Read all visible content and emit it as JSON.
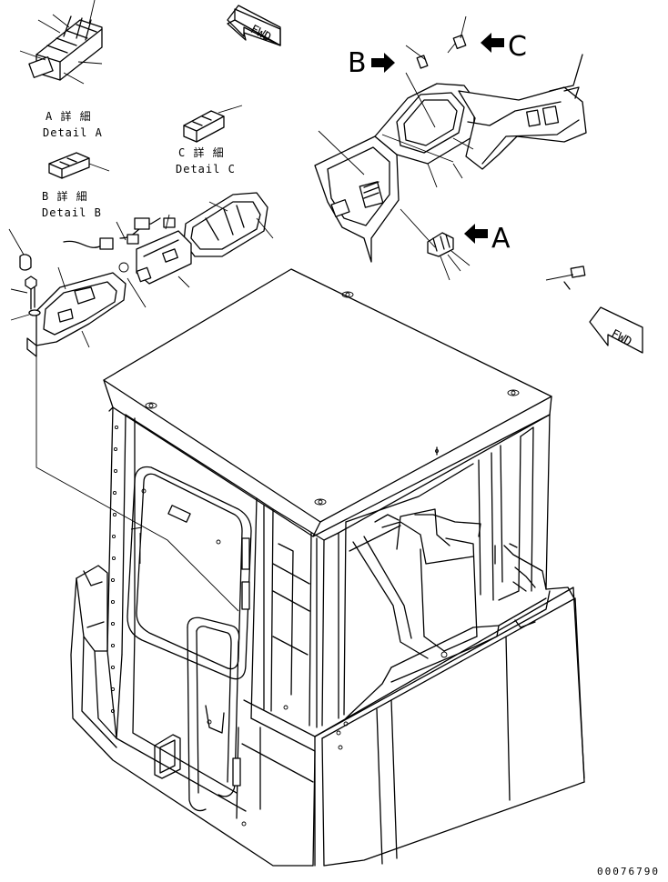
{
  "labels": {
    "detail_a_jp": "A 詳 細",
    "detail_a_en": "Detail A",
    "detail_b_jp": "B 詳 細",
    "detail_b_en": "Detail B",
    "detail_c_jp": "C 詳 細",
    "detail_c_en": "Detail C",
    "callout_a": "A",
    "callout_b": "B",
    "callout_c": "C",
    "fwd_top": "FWD",
    "fwd_right": "FWD",
    "drawing_code": "00076790"
  },
  "icons": {
    "arrow": "solid-right-arrow",
    "fwd": "forward-direction-arrow"
  }
}
